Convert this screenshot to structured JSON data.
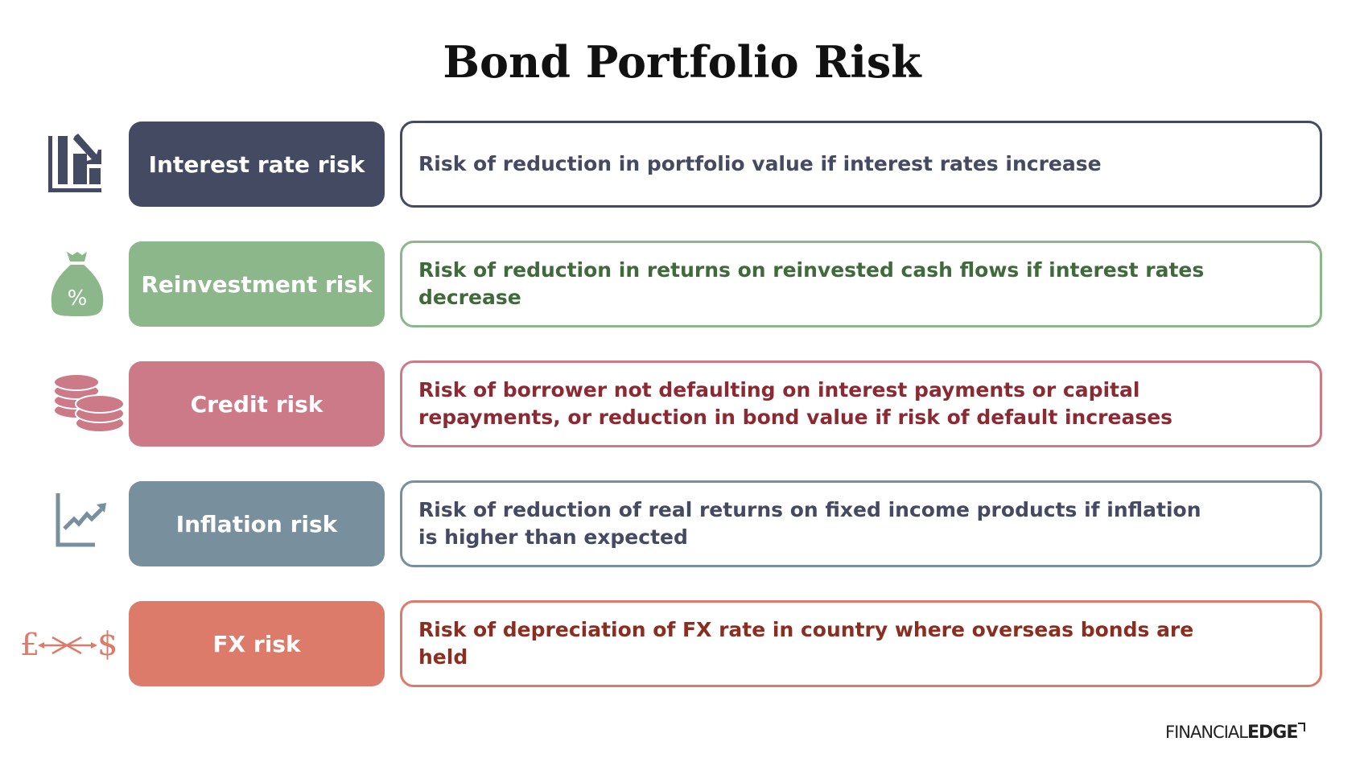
{
  "title": "Bond Portfolio Risk",
  "rows": [
    {
      "label": "Interest rate risk",
      "description": "Risk of reduction in portfolio value if interest rates increase",
      "icon": "bar-chart-down-icon",
      "color": "#454a63",
      "text_color": "#454a63"
    },
    {
      "label": "Reinvestment risk",
      "description": "Risk of reduction in returns on reinvested cash flows if interest rates decrease",
      "icon": "money-bag-percent-icon",
      "color": "#8bb78a",
      "text_color": "#3f6a3a"
    },
    {
      "label": "Credit risk",
      "description": "Risk of borrower not defaulting on interest payments or capital repayments, or reduction in bond value if risk of default increases",
      "icon": "coins-icon",
      "color": "#cc7a87",
      "text_color": "#8a2a33"
    },
    {
      "label": "Inflation risk",
      "description": "Risk of reduction of real returns on fixed income products if inflation is higher than expected",
      "icon": "line-chart-up-icon",
      "color": "#788f9d",
      "text_color": "#454a63"
    },
    {
      "label": "FX risk",
      "description": "Risk of depreciation of FX rate in country where overseas bonds are held",
      "icon": "currency-exchange-icon",
      "color": "#dc7b6a",
      "text_color": "#8b2e22"
    }
  ],
  "logo": {
    "part1": "FINANCIAL",
    "part2": "EDGE"
  }
}
